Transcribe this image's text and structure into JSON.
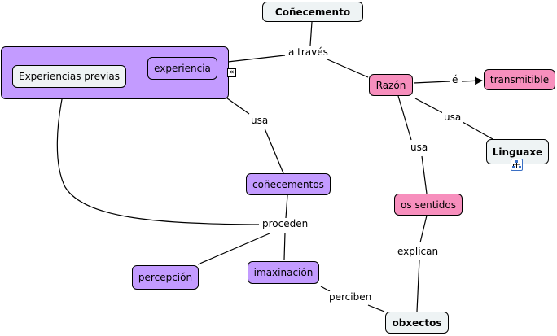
{
  "concepts": {
    "conecemento": "Coñecemento",
    "experiencia": "experiencia",
    "experiencias_previas": "Experiencias previas",
    "razon": "Razón",
    "transmitible": "transmitible",
    "linguaxe": "Linguaxe",
    "conecementos": "coñecementos",
    "os_sentidos": "os sentidos",
    "percepcion": "percepción",
    "imaxinacion": "imaxinación",
    "obxectos": "obxectos"
  },
  "links": {
    "a_traves": "a través",
    "e": "é",
    "usa_1": "usa",
    "usa_2": "usa",
    "usa_3": "usa",
    "proceden": "proceden",
    "explican": "explican",
    "perciben": "perciben"
  },
  "icons": {
    "collapse": "collapse-group-icon",
    "submap": "concept-map-link-icon"
  },
  "colors": {
    "purple": "#c39bff",
    "pink": "#f78fbd",
    "light": "#eef3f4"
  }
}
